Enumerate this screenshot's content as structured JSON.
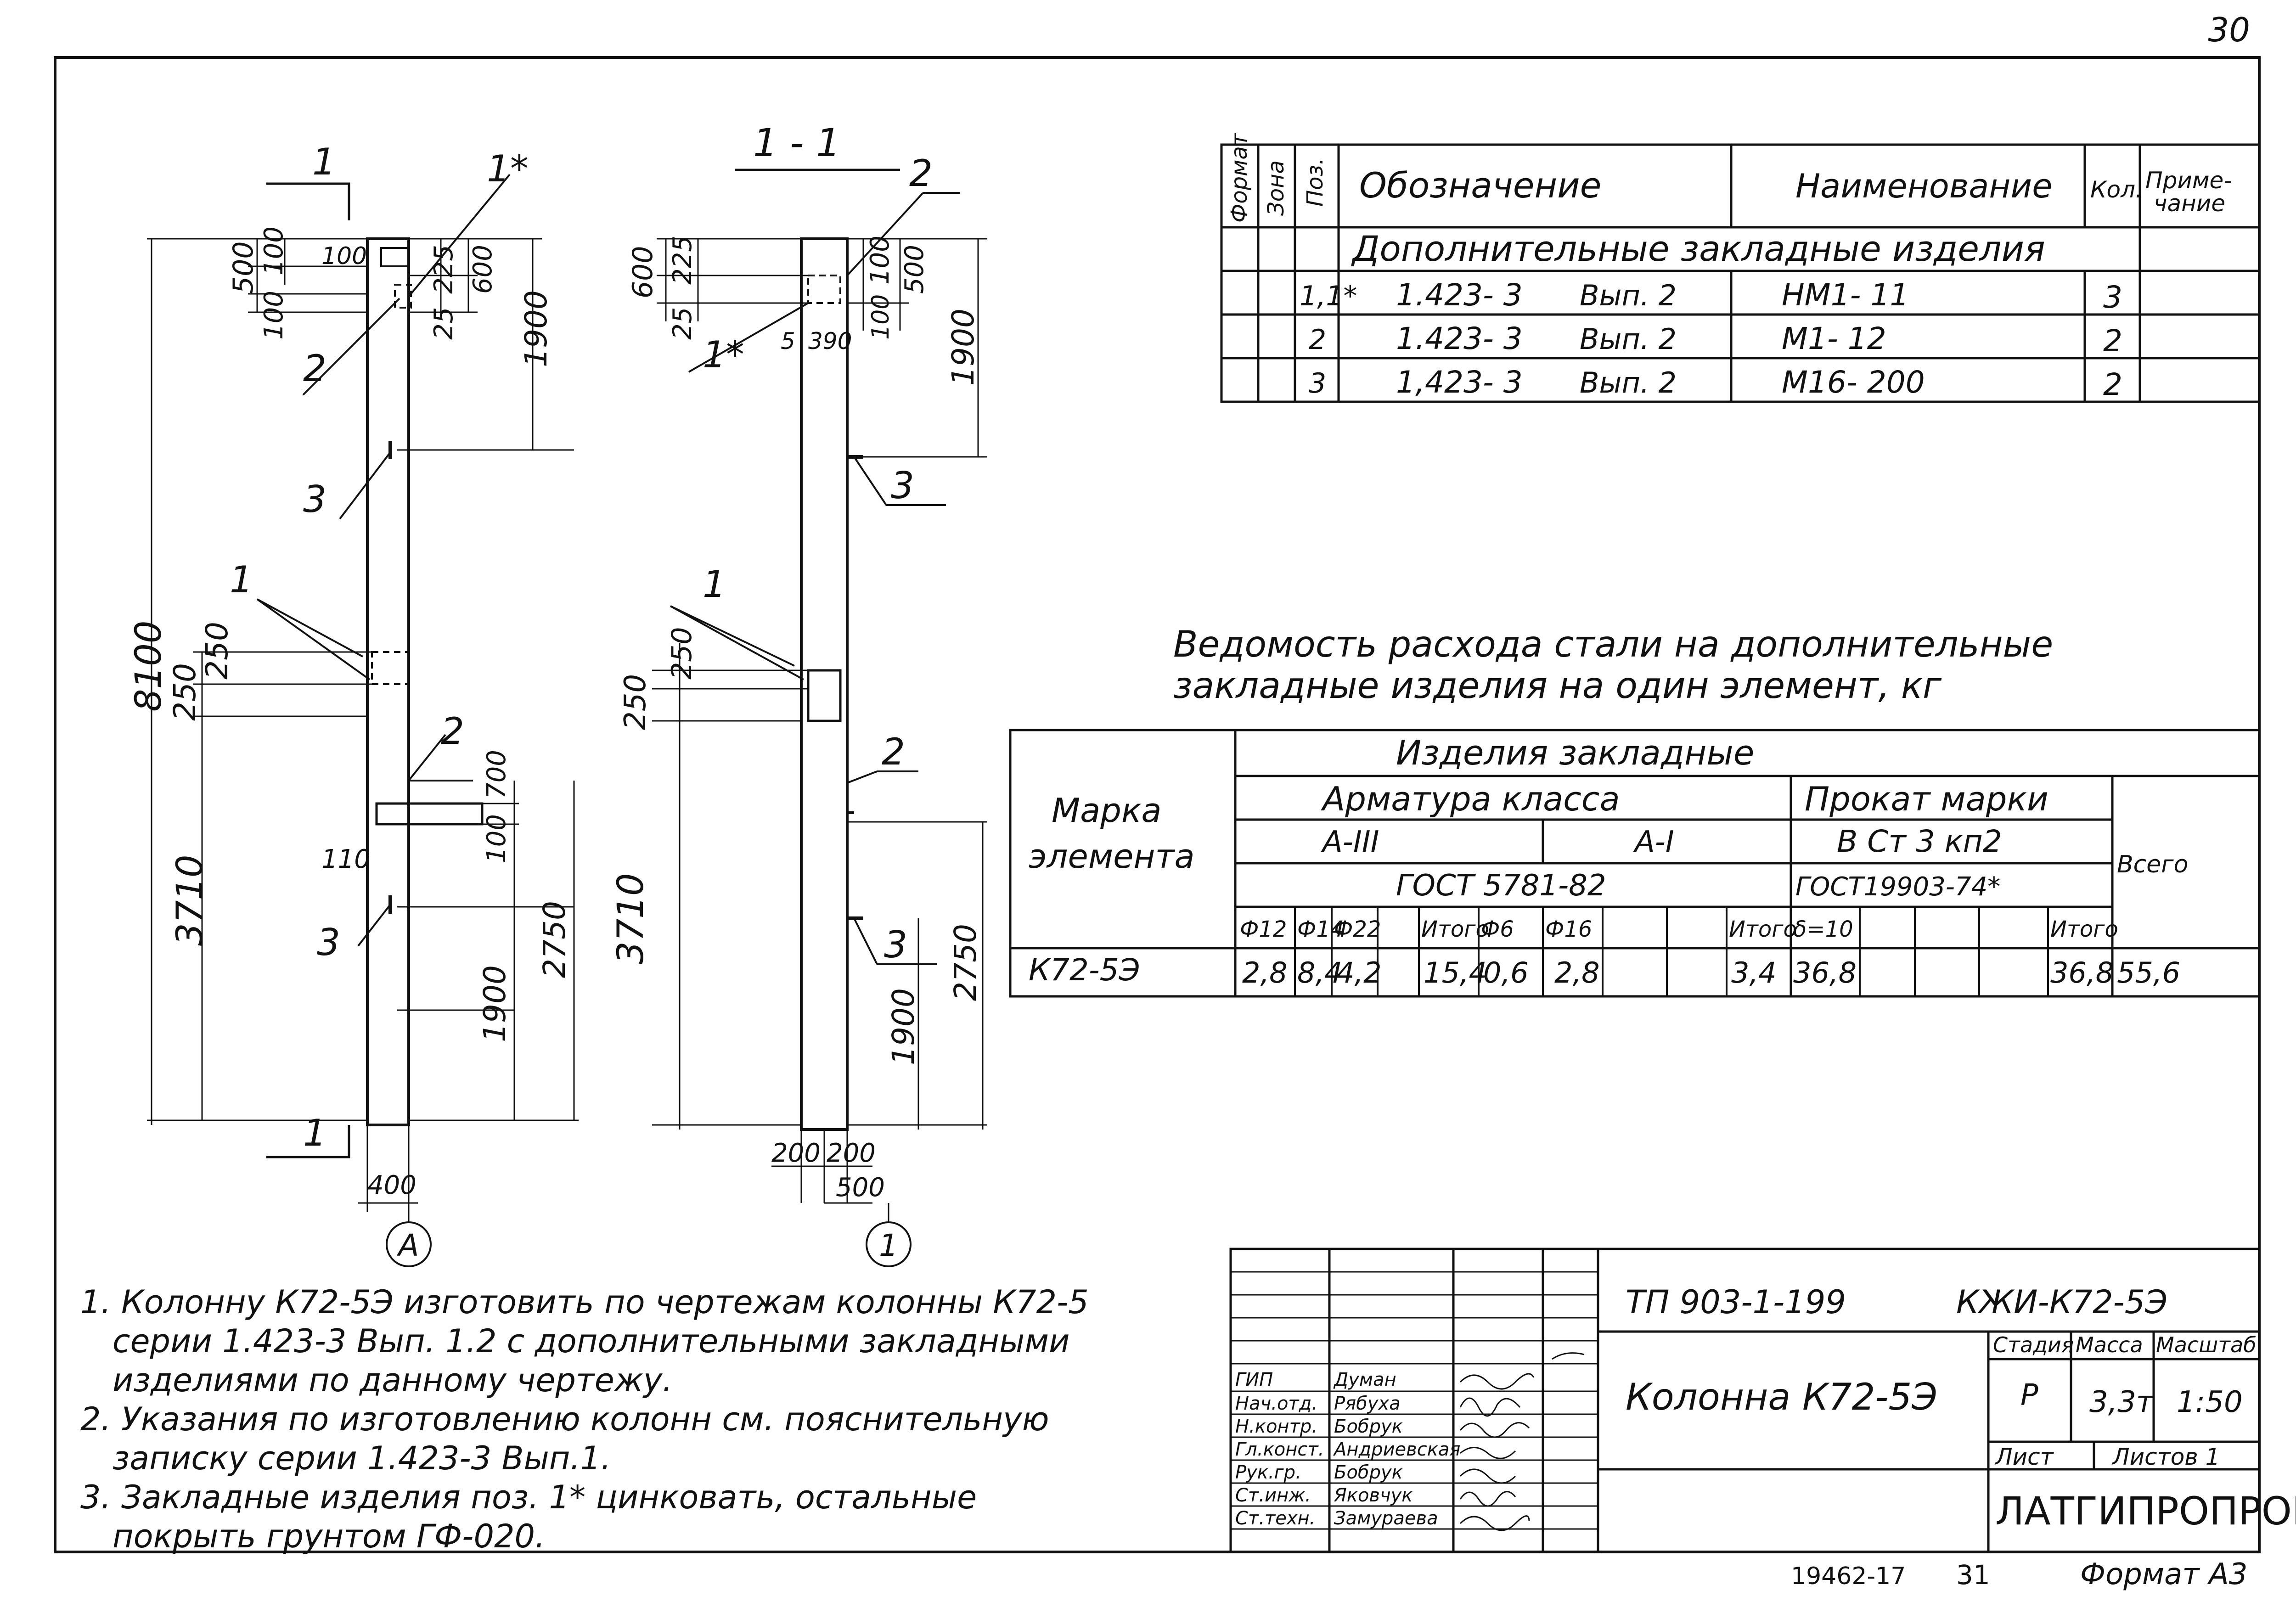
{
  "page_number": "30",
  "drawing": {
    "facade": {
      "section_marker_top": "1",
      "section_marker_bottom": "1",
      "axis_label": "A",
      "callouts": {
        "one_star": "1*",
        "two_top": "2",
        "three_top": "3",
        "one_mid": "1",
        "two_mid": "2",
        "three_low": "3"
      },
      "dims": {
        "d100a": "100",
        "d500": "500",
        "d100b": "100",
        "d100c": "100",
        "d225": "225",
        "d600": "600",
        "d25": "25",
        "d1900_top": "1900",
        "d8100": "8100",
        "d250a": "250",
        "d250b": "250",
        "d3710": "3710",
        "d700": "700",
        "d100d": "100",
        "d110": "110",
        "d2750": "2750",
        "d1900_low": "1900",
        "d400": "400"
      }
    },
    "section": {
      "title": "1 - 1",
      "axis_label": "1",
      "callouts": {
        "two_top": "2",
        "one_star": "1*",
        "three_top": "3",
        "one_mid": "1",
        "two_mid": "2",
        "three_low": "3"
      },
      "dims": {
        "d600": "600",
        "d225": "225",
        "d25": "25",
        "d100a": "100",
        "d500": "500",
        "d5": "5",
        "d390": "390",
        "d100b": "100",
        "d1900_top": "1900",
        "d250a": "250",
        "d250b": "250",
        "d3710": "3710",
        "d2750": "2750",
        "d1900_low": "1900",
        "d200a": "200",
        "d200b": "200",
        "d500b": "500"
      }
    }
  },
  "spec_table": {
    "headers": {
      "format": "Формат",
      "zone": "Зона",
      "pos": "Поз.",
      "designation": "Обозначение",
      "name": "Наименование",
      "qty": "Кол.",
      "note_1": "Приме-",
      "note_2": "чание"
    },
    "section_title": "Дополнительные закладные изделия",
    "rows": [
      {
        "pos": "1,1*",
        "designation": "1.423- 3",
        "issue": "Вып. 2",
        "name": "НМ1- 11",
        "qty": "3"
      },
      {
        "pos": "2",
        "designation": "1.423- 3",
        "issue": "Вып. 2",
        "name": "М1- 12",
        "qty": "2"
      },
      {
        "pos": "3",
        "designation": "1,423- 3",
        "issue": "Вып. 2",
        "name": "М16- 200",
        "qty": "2"
      }
    ]
  },
  "steel_title": [
    "Ведомость расхода стали на дополнительные",
    "закладные изделия на один элемент, кг"
  ],
  "steel_table": {
    "mark_header": [
      "Марка",
      "элемента"
    ],
    "group": "Изделия закладные",
    "rebar": "Арматура класса",
    "rolled": "Прокат марки",
    "total": "Всего",
    "a3": "А-III",
    "a1": "А-I",
    "vst": "В Ст 3 кп2",
    "gost1": "ГОСТ 5781-82",
    "gost2": "ГОСТ19903-74*",
    "cols": [
      "Ф12",
      "Ф14",
      "Ф22",
      "",
      "Итого",
      "Ф6",
      "Ф16",
      "",
      "Итого",
      "δ=10",
      "",
      "",
      "",
      "Итого"
    ],
    "row": {
      "mark": "К72-5Э",
      "values": [
        "2,8",
        "8,4",
        "4,2",
        "",
        "15,4",
        "0,6",
        "2,8",
        "",
        "3,4",
        "36,8",
        "",
        "",
        "",
        "36,8"
      ],
      "total": "55,6"
    }
  },
  "notes": [
    "1. Колонну К72-5Э изготовить по чертежам колонны К72-5",
    "серии 1.423-3 Вып. 1.2 с дополнительными закладными",
    "изделиями по данному чертежу.",
    "2. Указания по изготовлению колонн см. пояснительную",
    "записку серии 1.423-3 Вып.1.",
    "3. Закладные изделия поз. 1* цинковать, остальные",
    "покрыть грунтом ГФ-020."
  ],
  "title_block": {
    "project": "ТП 903-1-199",
    "code": "КЖИ-К72-5Э",
    "title": "Колонна К72-5Э",
    "stage_h": "Стадия",
    "mass_h": "Масса",
    "scale_h": "Масштаб",
    "stage": "Р",
    "mass": "3,3т",
    "scale": "1:50",
    "sheet_h": "Лист",
    "sheets_h": "Листов 1",
    "org": "ЛАТГИПРОПРОМ",
    "staff": [
      {
        "role": "ГИП",
        "name": "Думан"
      },
      {
        "role": "Нач.отд.",
        "name": "Рябуха"
      },
      {
        "role": "Н.контр.",
        "name": "Бобрук"
      },
      {
        "role": "Гл.конст.",
        "name": "Андриевская"
      },
      {
        "role": "Рук.гр.",
        "name": "Бобрук"
      },
      {
        "role": "Ст.инж.",
        "name": "Яковчук"
      },
      {
        "role": "Ст.техн.",
        "name": "Замураева"
      }
    ]
  },
  "footer": {
    "inventory": "19462-17",
    "sheet": "31",
    "format": "Формат А3"
  }
}
